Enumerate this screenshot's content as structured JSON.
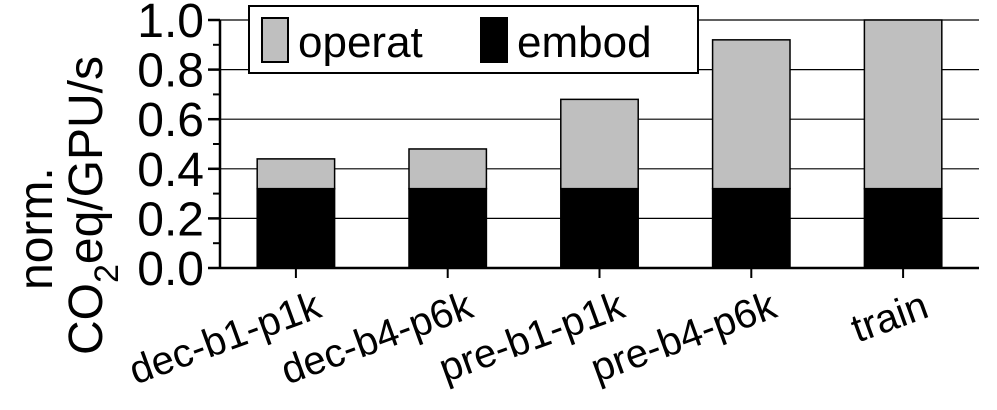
{
  "chart_data": {
    "type": "bar",
    "stacked": true,
    "categories": [
      "dec-b1-p1k",
      "dec-b4-p6k",
      "pre-b1-p1k",
      "pre-b4-p6k",
      "train"
    ],
    "series": [
      {
        "name": "embod",
        "color": "#000000",
        "values": [
          0.32,
          0.32,
          0.32,
          0.32,
          0.32
        ]
      },
      {
        "name": "operat",
        "color": "#bfbfbf",
        "values": [
          0.12,
          0.16,
          0.36,
          0.6,
          0.68
        ]
      }
    ],
    "ylabel_line1": "norm.",
    "ylabel_line2_prefix": "CO",
    "ylabel_line2_sub": "2",
    "ylabel_line2_suffix": "eq/GPU/s",
    "ylim": [
      0,
      1.0
    ],
    "yticks": [
      "0.0",
      "0.2",
      "0.4",
      "0.6",
      "0.8",
      "1.0"
    ],
    "grid": true,
    "legend_position": "top-left"
  }
}
